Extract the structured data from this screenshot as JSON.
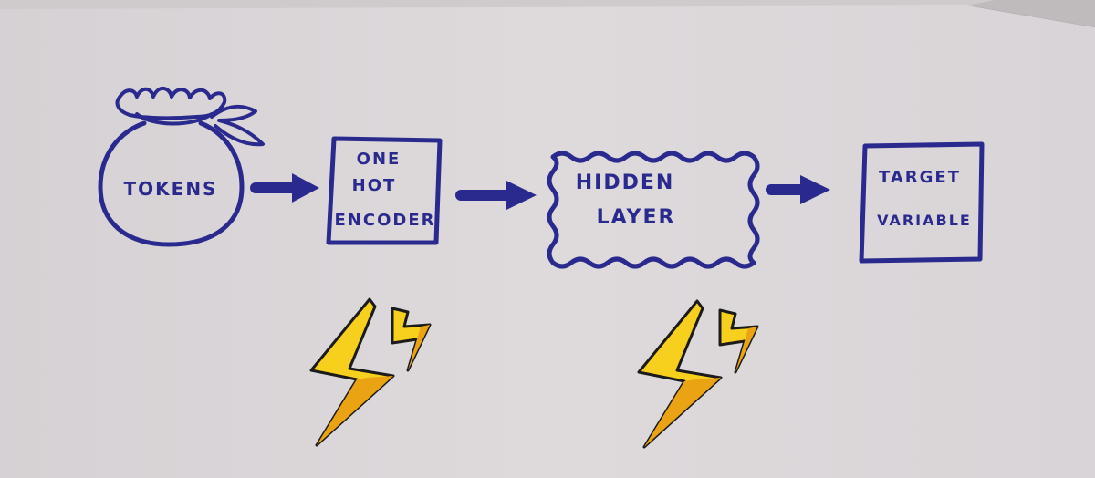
{
  "colors": {
    "paper": "#dcd7d9",
    "paper_edge": "#e6e2e4",
    "shadow": "#3b3b3b",
    "ink": "#2a2a8e",
    "bolt_yellow": "#f7cf1d",
    "bolt_orange": "#e9a313",
    "bolt_outline": "#1b1b1b"
  },
  "nodes": [
    {
      "id": "tokens",
      "shape": "pouch",
      "label_lines": [
        "TOKENS"
      ]
    },
    {
      "id": "encoder",
      "shape": "box",
      "label_lines": [
        "ONE",
        "HOT",
        "ENCODER"
      ]
    },
    {
      "id": "hidden",
      "shape": "wavy-box",
      "label_lines": [
        "HIDDEN",
        "LAYER"
      ]
    },
    {
      "id": "target",
      "shape": "box",
      "label_lines": [
        "TARGET",
        "VARIABLE"
      ]
    }
  ],
  "edges": [
    {
      "from": "tokens",
      "to": "encoder"
    },
    {
      "from": "encoder",
      "to": "hidden"
    },
    {
      "from": "hidden",
      "to": "target"
    }
  ],
  "decorations": [
    {
      "icon": "lightning-bolt-icon",
      "below": "encoder"
    },
    {
      "icon": "lightning-bolt-icon",
      "below": "hidden"
    }
  ]
}
